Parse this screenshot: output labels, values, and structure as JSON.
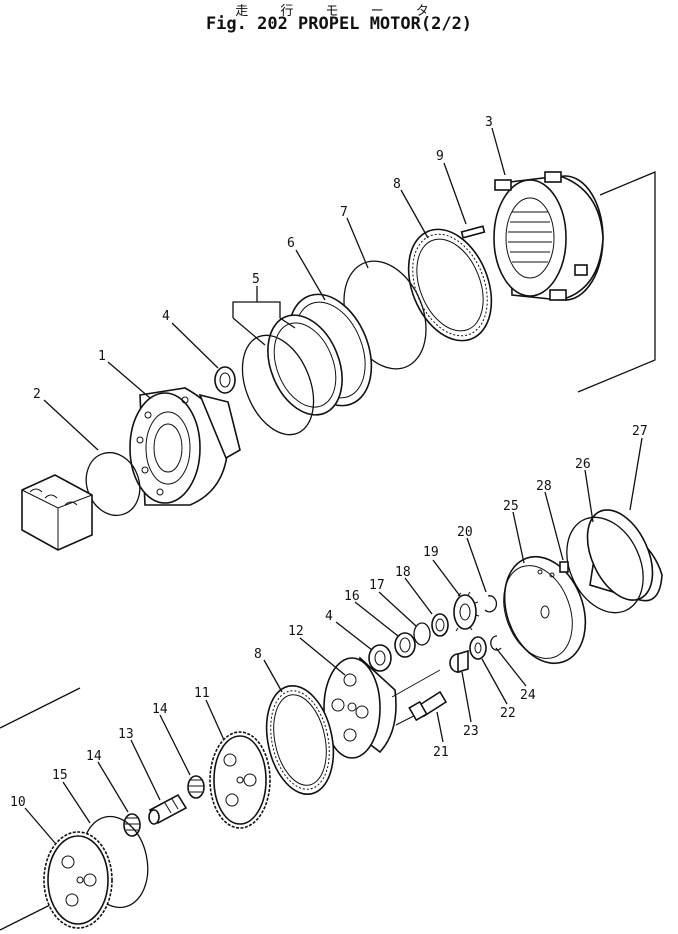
{
  "header": {
    "title_jp": "走 行 モ ー タ",
    "title": "Fig. 202 PROPEL MOTOR(2/2)"
  },
  "callouts": {
    "n1": "1",
    "n2": "2",
    "n3": "3",
    "n4a": "4",
    "n4b": "4",
    "n5": "5",
    "n6": "6",
    "n7": "7",
    "n8a": "8",
    "n8b": "8",
    "n9": "9",
    "n10": "10",
    "n11": "11",
    "n12": "12",
    "n13": "13",
    "n14a": "14",
    "n14b": "14",
    "n15": "15",
    "n16": "16",
    "n17": "17",
    "n18": "18",
    "n19": "19",
    "n20": "20",
    "n21": "21",
    "n22": "22",
    "n23": "23",
    "n24": "24",
    "n25": "25",
    "n26": "26",
    "n27": "27",
    "n28": "28"
  }
}
